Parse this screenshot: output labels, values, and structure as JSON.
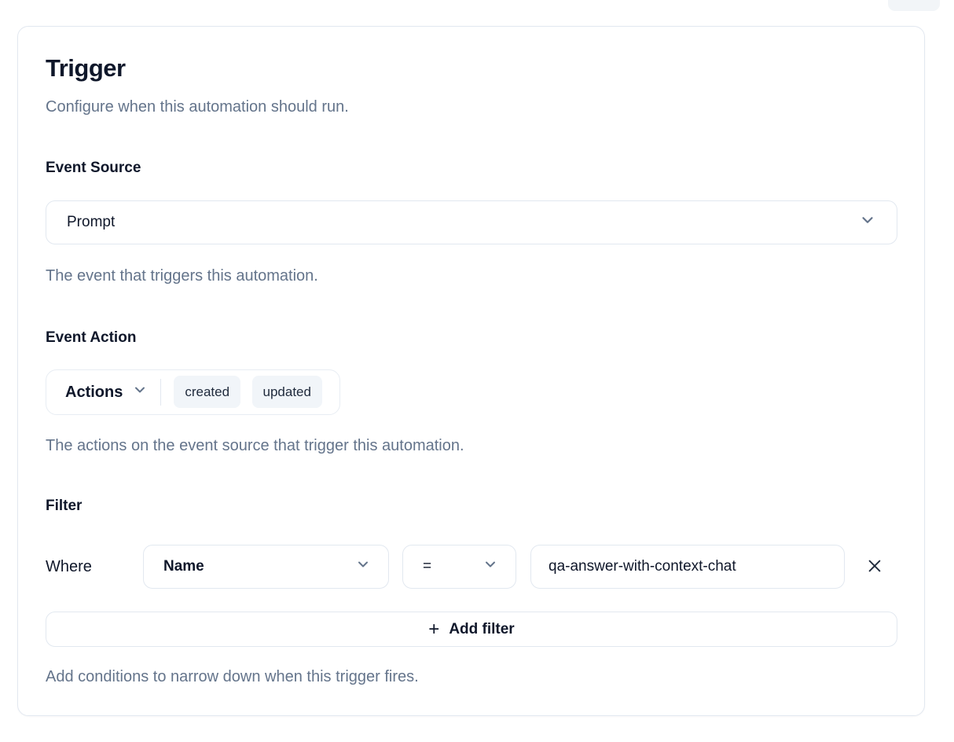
{
  "page": {
    "background": "#ffffff"
  },
  "card": {
    "title": "Trigger",
    "subtitle": "Configure when this automation should run.",
    "event_source": {
      "label": "Event Source",
      "select_value": "Prompt",
      "helper": "The event that triggers this automation."
    },
    "event_action": {
      "label": "Event Action",
      "select_value": "Actions",
      "badges": [
        "created",
        "updated"
      ],
      "helper": "The actions on the event source that trigger this automation."
    },
    "filter": {
      "label": "Filter",
      "where_label": "Where",
      "field_select_value": "Name",
      "operator_select_value": "=",
      "value_input": "qa-answer-with-context-chat",
      "add_filter_label": "Add filter",
      "plus_glyph": "+",
      "helper": "Add conditions to narrow down when this trigger fires."
    }
  },
  "icons": {
    "chevron_down": "chevron-down-icon",
    "close": "close-icon",
    "plus": "plus-icon"
  },
  "colors": {
    "text_primary": "#0f172a",
    "text_muted": "#64748b",
    "border": "#e2e8f0",
    "badge_bg": "#f1f5f9",
    "card_bg": "#ffffff"
  }
}
